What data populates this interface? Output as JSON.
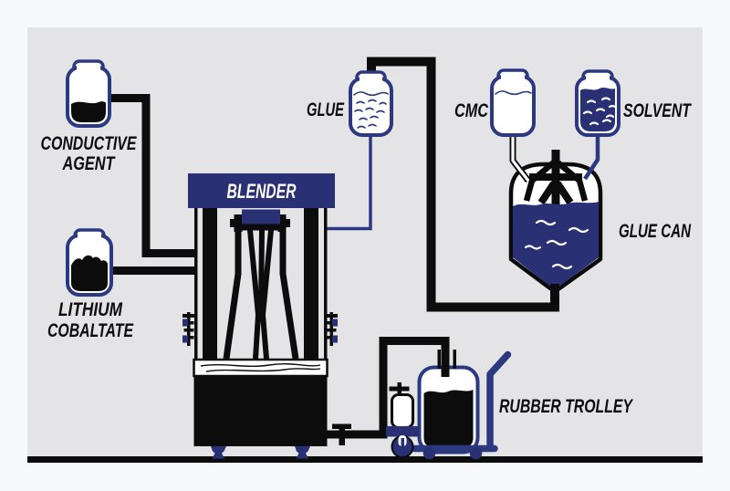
{
  "colors": {
    "canvas": "#f8f9fb",
    "panel": "#e4e4e6",
    "ink": "#0c0c0c",
    "navy": "#293174",
    "navy_stroke": "#2c3880",
    "white": "#ffffff"
  },
  "labels": {
    "conductive_line1": "CONDUCTIVE",
    "conductive_line2": "AGENT",
    "lithium_line1": "LITHIUM",
    "lithium_line2": "COBALTATE",
    "blender": "BLENDER",
    "glue": "GLUE",
    "cmc": "CMC",
    "solvent": "SOLVENT",
    "glue_can": "GLUE CAN",
    "rubber_trolley": "RUBBER TROLLEY"
  }
}
